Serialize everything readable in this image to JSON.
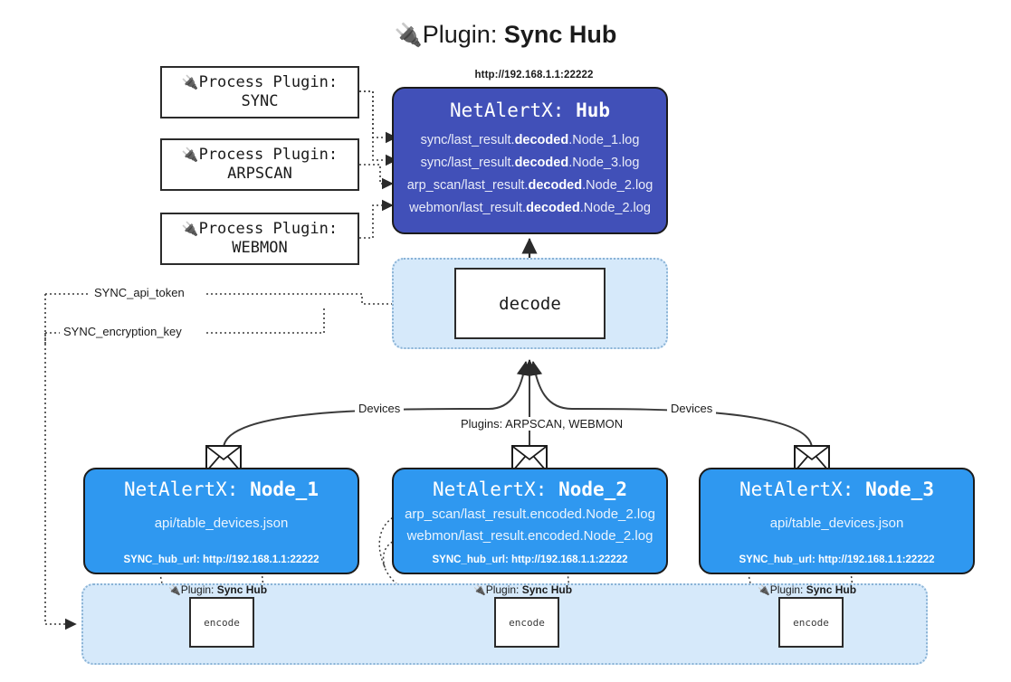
{
  "header": {
    "plug_icon": "electric-plug-icon",
    "plug_glyph": "🔌",
    "label": "Plugin:",
    "value": "Sync Hub",
    "full": "Plugin: Sync Hub"
  },
  "process_plugins": [
    {
      "line1": "Process Plugin:",
      "line2": "SYNC",
      "icon": "electric-plug-icon"
    },
    {
      "line1": "Process Plugin:",
      "line2": "ARPSCAN",
      "icon": "electric-plug-icon"
    },
    {
      "line1": "Process Plugin:",
      "line2": "WEBMON",
      "icon": "electric-plug-icon"
    }
  ],
  "hub": {
    "url": "http://192.168.1.1:22222",
    "title_prefix": "NetAlertX:",
    "title_name": "Hub",
    "logs": [
      {
        "pre": "sync/last_result.",
        "bold": "decoded",
        "post": ".Node_1.log"
      },
      {
        "pre": "sync/last_result.",
        "bold": "decoded",
        "post": ".Node_3.log"
      },
      {
        "pre": "arp_scan/last_result.",
        "bold": "decoded",
        "post": ".Node_2.log"
      },
      {
        "pre": "webmon/last_result.",
        "bold": "decoded",
        "post": ".Node_2.log"
      }
    ]
  },
  "decode": {
    "label": "decode"
  },
  "secrets": {
    "api_token": "SYNC_api_token",
    "encryption_key": "SYNC_encryption_key"
  },
  "edge_labels": {
    "devices_left": "Devices",
    "devices_right": "Devices",
    "plugins_center": "Plugins: ARPSCAN, WEBMON"
  },
  "nodes": [
    {
      "title_prefix": "NetAlertX:",
      "title_name": "Node_1",
      "lines": [
        "api/table_devices.json"
      ],
      "footer": "SYNC_hub_url: http://192.168.1.1:22222",
      "envelope": "envelope-icon"
    },
    {
      "title_prefix": "NetAlertX:",
      "title_name": "Node_2",
      "lines": [
        "arp_scan/last_result.encoded.Node_2.log",
        "webmon/last_result.encoded.Node_2.log"
      ],
      "footer": "SYNC_hub_url: http://192.168.1.1:22222",
      "envelope": "envelope-icon"
    },
    {
      "title_prefix": "NetAlertX:",
      "title_name": "Node_3",
      "lines": [
        "api/table_devices.json"
      ],
      "footer": "SYNC_hub_url: http://192.168.1.1:22222",
      "envelope": "envelope-icon"
    }
  ],
  "encoders": [
    {
      "caption_label": "Plugin:",
      "caption_value": "Sync Hub",
      "box_label": "encode",
      "icon": "electric-plug-icon"
    },
    {
      "caption_label": "Plugin:",
      "caption_value": "Sync Hub",
      "box_label": "encode",
      "icon": "electric-plug-icon"
    },
    {
      "caption_label": "Plugin:",
      "caption_value": "Sync Hub",
      "box_label": "encode",
      "icon": "electric-plug-icon"
    }
  ],
  "colors": {
    "hub_fill": "#4150b8",
    "node_fill": "#2f98f0",
    "group_fill": "#d6e9fa",
    "group_border": "#8ab3d6",
    "stroke": "#2b2b2b",
    "page_bg": "#ffffff"
  }
}
